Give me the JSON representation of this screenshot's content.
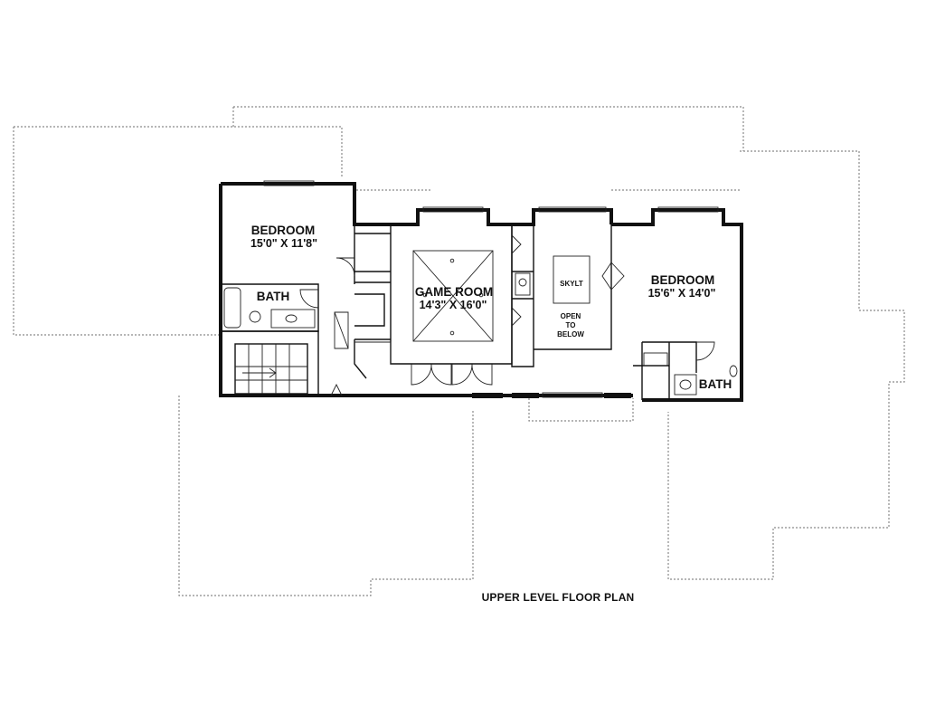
{
  "title": "UPPER LEVEL FLOOR PLAN",
  "rooms": {
    "bedroom_left": {
      "name": "BEDROOM",
      "dims": "15'0\" X 11'8\""
    },
    "bath_left": {
      "name": "BATH"
    },
    "game_room": {
      "name": "GAME ROOM",
      "dims": "14'3\" X 16'0\""
    },
    "skylight": {
      "name": "SKYLT"
    },
    "open_below": {
      "line1": "OPEN",
      "line2": "TO",
      "line3": "BELOW"
    },
    "bedroom_right": {
      "name": "BEDROOM",
      "dims": "15'6\" X 14'0\""
    },
    "bath_right": {
      "name": "BATH"
    }
  }
}
